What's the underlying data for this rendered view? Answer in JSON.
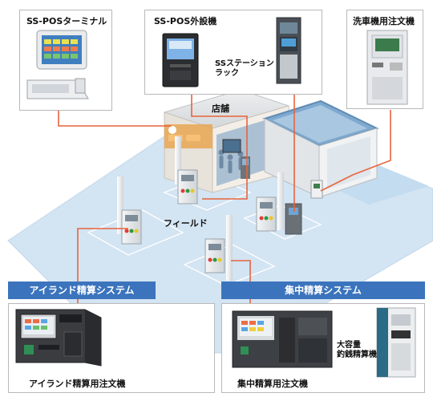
{
  "panels": {
    "ss_pos_terminal": "SS-POSターミナル",
    "ss_pos_outdoor": "SS-POS外設機",
    "ss_station_rack": [
      "SSステーション",
      "ラック"
    ],
    "car_wash_order": "洗車機用注文機",
    "island_machine": "アイランド精算用注文機",
    "central_machine": "集中精算用注文機",
    "high_capacity": [
      "大容量",
      "釣銭精算機"
    ]
  },
  "scene": {
    "store": "店舗",
    "field": "フィールド"
  },
  "systems": {
    "island": "アイランド精算システム",
    "central": "集中精算システム"
  },
  "colors": {
    "accent_line": "#e8643c",
    "banner": "#3b74bd",
    "ground": "#cfe1f2"
  }
}
